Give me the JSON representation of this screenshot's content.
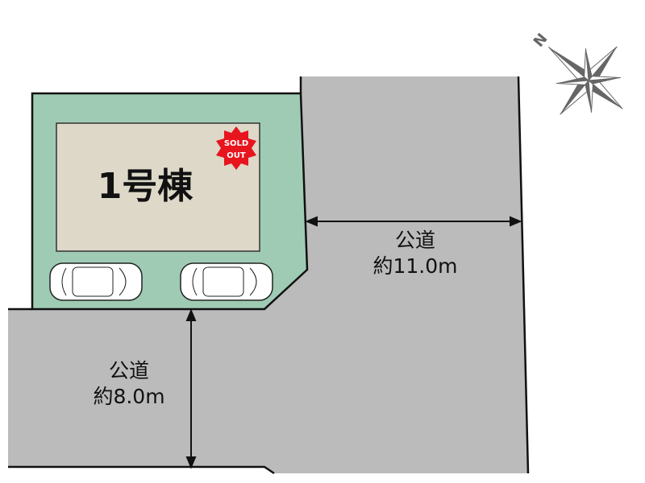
{
  "house": {
    "label": "1号棟",
    "badge_line1": "SOLD",
    "badge_line2": "OUT"
  },
  "road_east": {
    "name": "公道",
    "width": "約11.0m"
  },
  "road_south": {
    "name": "公道",
    "width": "約8.0m"
  },
  "compass": {
    "label": "N"
  },
  "colors": {
    "lot": "#9fcbb4",
    "road": "#bbbbbb",
    "house": "#ddd8c8",
    "badge": "#e8141e"
  }
}
